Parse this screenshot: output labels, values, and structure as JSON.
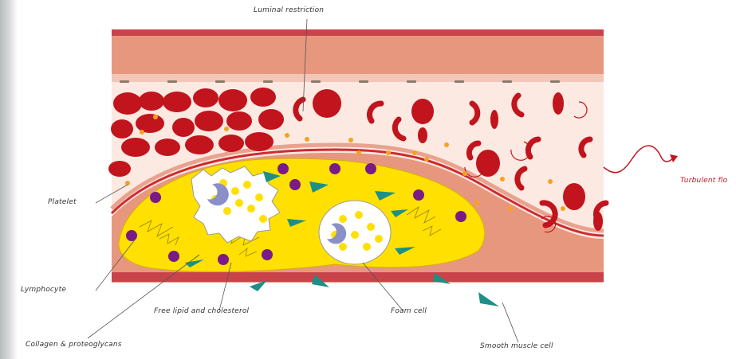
{
  "diagram": {
    "labels": {
      "luminal_restriction": "Luminal restriction",
      "turbulent_flow": "Turbulent flo",
      "platelet": "Platelet",
      "lymphocyte": "Lymphocyte",
      "collagen": "Collagen & proteoglycans",
      "free_lipid": "Free lipid and cholesterol",
      "foam_cell": "Foam cell",
      "smooth_muscle": "Smooth muscle cell"
    },
    "colors": {
      "vessel_wall": "#e8977f",
      "wall_dark": "#cf4a4f",
      "red_cell": "#c1141c",
      "lumen": "#fbe9e2",
      "plaque_lipid": "#ffe000",
      "foam_cell": "#ffffff",
      "smooth_muscle": "#1c8f86",
      "lymphocyte": "#7a1a86",
      "platelet": "#f6a21e",
      "macrophage_nucleus": "#8a8fc8"
    }
  }
}
